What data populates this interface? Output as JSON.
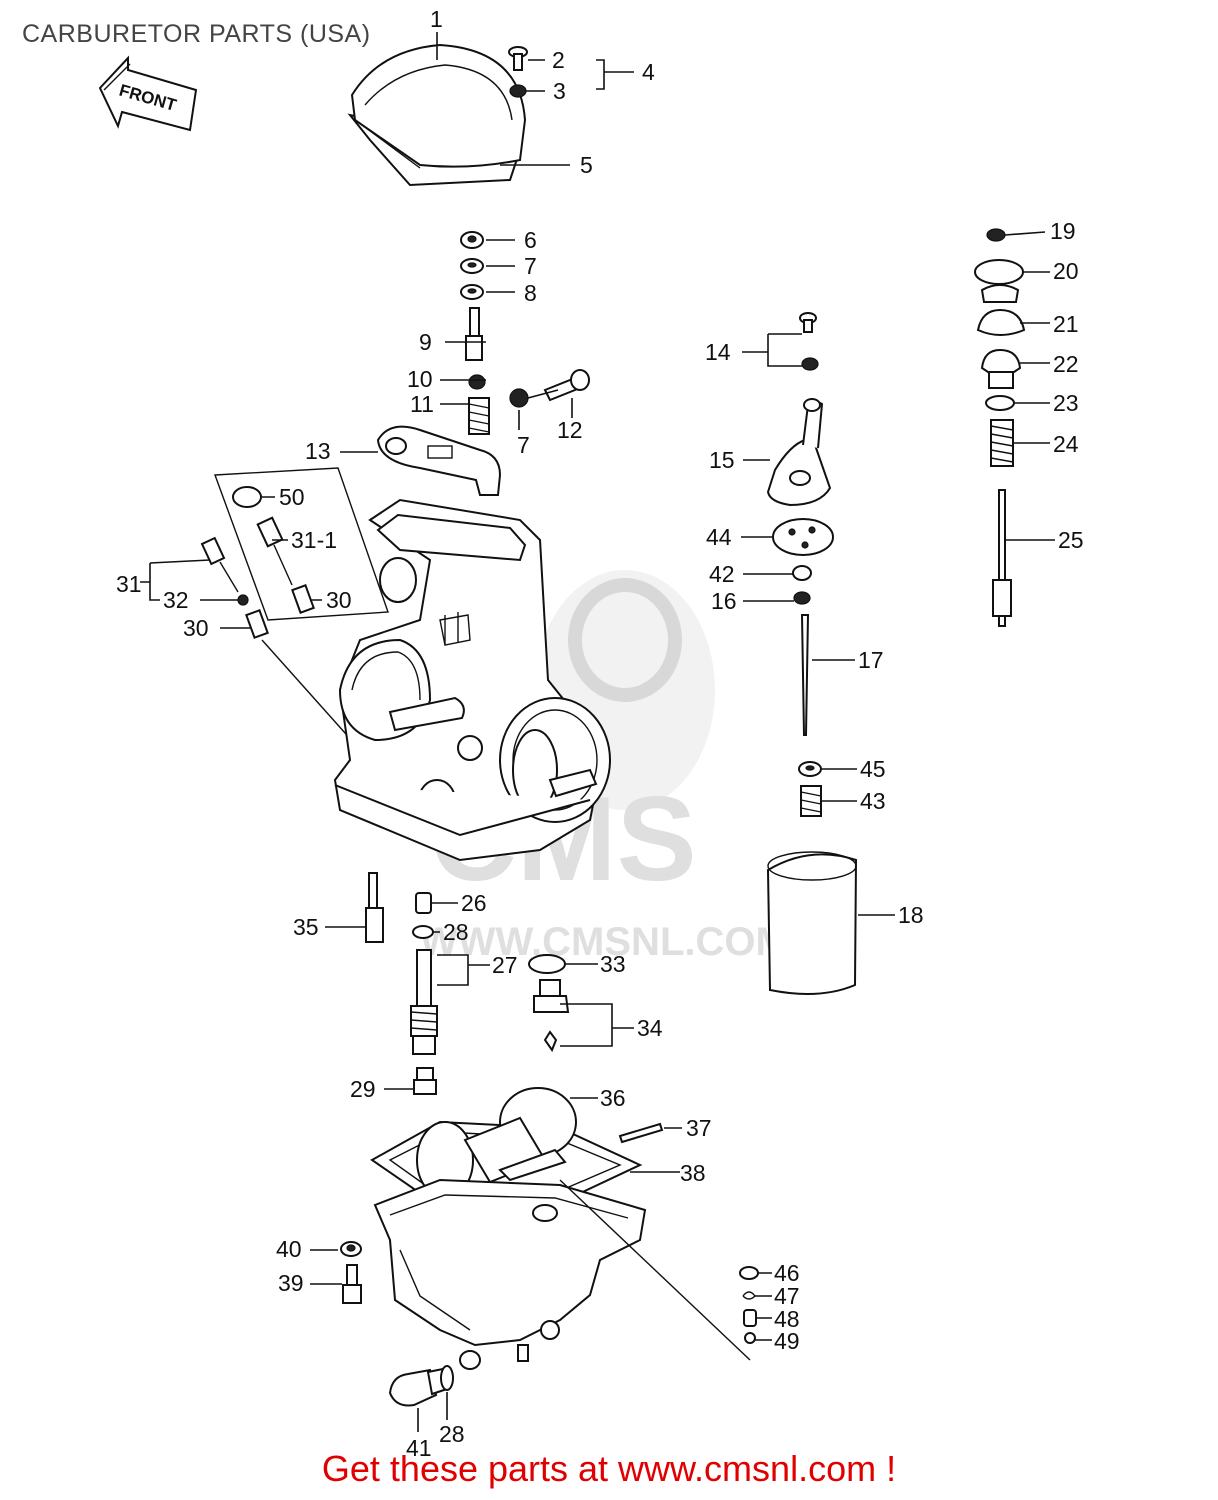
{
  "title": "CARBURETOR PARTS (USA)",
  "front_arrow_label": "FRONT",
  "watermark": {
    "logo_text": "CMS",
    "url_text": "WWW.CMSNL.COM"
  },
  "promo_text": "Get these parts at www.cmsnl.com !",
  "callouts": {
    "c1": "1",
    "c2": "2",
    "c3": "3",
    "c4": "4",
    "c5": "5",
    "c6": "6",
    "c7a": "7",
    "c8": "8",
    "c9": "9",
    "c10": "10",
    "c11": "11",
    "c7b": "7",
    "c12": "12",
    "c13": "13",
    "c14": "14",
    "c15": "15",
    "c44": "44",
    "c42": "42",
    "c16": "16",
    "c17": "17",
    "c45": "45",
    "c43": "43",
    "c18": "18",
    "c19": "19",
    "c20": "20",
    "c21": "21",
    "c22": "22",
    "c23": "23",
    "c24": "24",
    "c25": "25",
    "c50": "50",
    "c31_1": "31-1",
    "c30a": "30",
    "c31": "31",
    "c32": "32",
    "c30b": "30",
    "c35": "35",
    "c26": "26",
    "c28a": "28",
    "c27": "27",
    "c33": "33",
    "c34": "34",
    "c29": "29",
    "c36": "36",
    "c37": "37",
    "c38": "38",
    "c40": "40",
    "c39": "39",
    "c46": "46",
    "c47": "47",
    "c48": "48",
    "c49": "49",
    "c41": "41",
    "c28b": "28"
  }
}
